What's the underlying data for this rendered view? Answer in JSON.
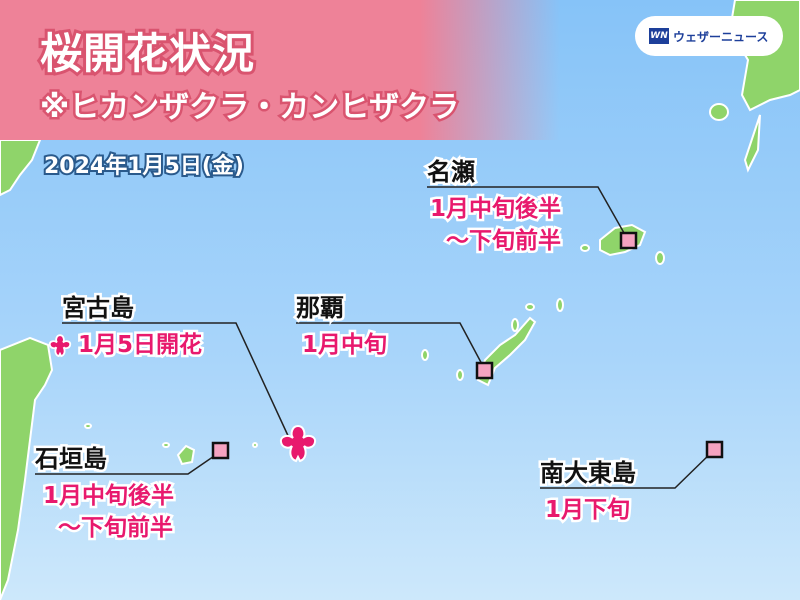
{
  "header": {
    "title": "桜開花状況",
    "subtitle": "※ヒカンザクラ・カンヒザクラ",
    "date": "2024年1月5日(金)"
  },
  "logo": {
    "mark": "WN",
    "name": "ウェザーニュース"
  },
  "colors": {
    "header": "#ee8298",
    "accent": "#e8196d",
    "land": "#8fd46a",
    "sea": "#86c3f8"
  },
  "locations": [
    {
      "name": "名瀬",
      "lines": [
        "1月中旬後半",
        "～下旬前半"
      ],
      "marker": "square"
    },
    {
      "name": "宮古島",
      "lines": [
        "1月5日開花"
      ],
      "marker": "sakura-icon"
    },
    {
      "name": "那覇",
      "lines": [
        "1月中旬"
      ],
      "marker": "square"
    },
    {
      "name": "石垣島",
      "lines": [
        "1月中旬後半",
        "～下旬前半"
      ],
      "marker": "square"
    },
    {
      "name": "南大東島",
      "lines": [
        "1月下旬"
      ],
      "marker": "square"
    }
  ]
}
